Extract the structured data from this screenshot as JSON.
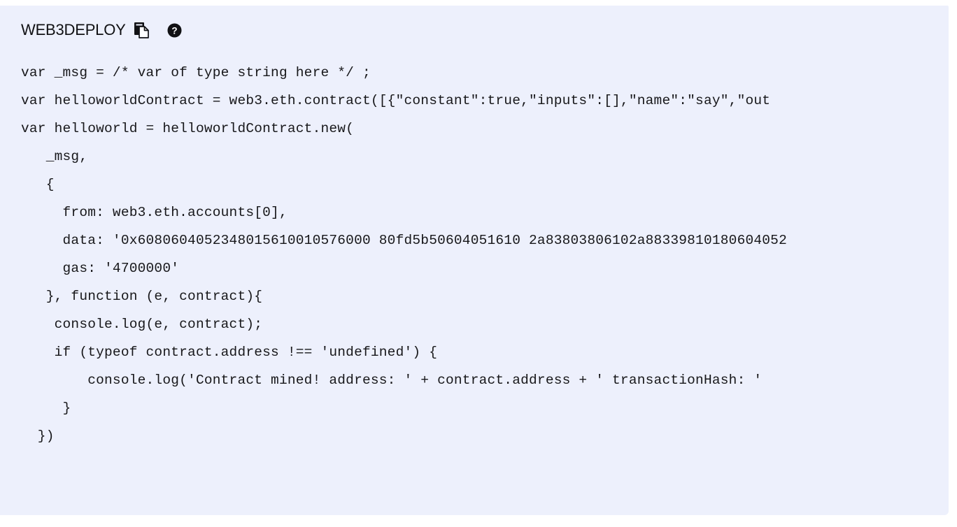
{
  "panel": {
    "title": "WEB3DEPLOY",
    "background_color": "#edf0fc",
    "text_color": "#17171a",
    "page_background": "#ffffff",
    "icons": [
      {
        "name": "copy-icon",
        "label": "Copy to clipboard",
        "glyph": "copy"
      },
      {
        "name": "help-icon",
        "label": "Help",
        "glyph": "question-circle"
      }
    ]
  },
  "code": {
    "language": "javascript",
    "lines": [
      "var _msg = /* var of type string here */ ;",
      "var helloworldContract = web3.eth.contract([{\"constant\":true,\"inputs\":[],\"name\":\"say\",\"out",
      "var helloworld = helloworldContract.new(",
      "   _msg,",
      "   {",
      "     from: web3.eth.accounts[0],",
      "     data: '0x6080604052348015610010576000 80fd5b50604051610 2a83803806102a88339810180604052",
      "     gas: '4700000'",
      "   }, function (e, contract){",
      "    console.log(e, contract);",
      "    if (typeof contract.address !== 'undefined') {",
      "        console.log('Contract mined! address: ' + contract.address + ' transactionHash: '",
      "     }",
      "  })"
    ]
  }
}
